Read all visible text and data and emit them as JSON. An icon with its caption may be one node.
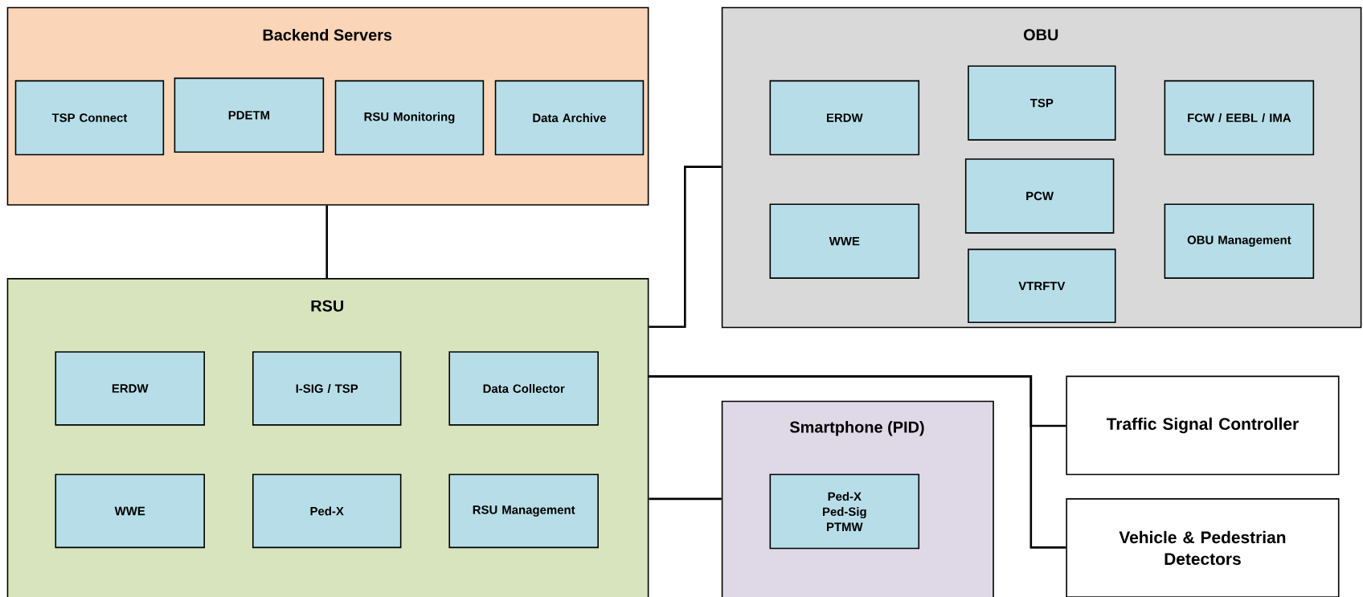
{
  "diagram": {
    "nodes": [
      {
        "text": [
          "Backend Servers"
        ]
      },
      {
        "text": [
          "TSP Connect"
        ],
        "in": 0
      },
      {
        "text": [
          "PDETM"
        ],
        "in": 0
      },
      {
        "text": [
          "RSU Monitoring"
        ],
        "in": 0
      },
      {
        "text": [
          "Data Archive"
        ],
        "in": 0
      },
      {
        "text": [
          "OBU"
        ]
      },
      {
        "text": [
          "ERDW"
        ],
        "in": 5
      },
      {
        "text": [
          "TSP"
        ],
        "in": 5
      },
      {
        "text": [
          "FCW / EEBL / IMA"
        ],
        "in": 5
      },
      {
        "text": [
          "PCW"
        ],
        "in": 5
      },
      {
        "text": [
          "WWE"
        ],
        "in": 5
      },
      {
        "text": [
          "OBU Management"
        ],
        "in": 5
      },
      {
        "text": [
          "VTRFTV"
        ],
        "in": 5
      },
      {
        "text": [
          "RSU"
        ]
      },
      {
        "text": [
          "ERDW"
        ],
        "in": 13
      },
      {
        "text": [
          "I-SIG / TSP"
        ],
        "in": 13
      },
      {
        "text": [
          "Data Collector"
        ],
        "in": 13
      },
      {
        "text": [
          "WWE"
        ],
        "in": 13
      },
      {
        "text": [
          "Ped-X"
        ],
        "in": 13
      },
      {
        "text": [
          "RSU Management"
        ],
        "in": 13
      },
      {
        "text": [
          "Smartphone (PID)"
        ]
      },
      {
        "text": [
          "Ped-X Ped-Sig PTMW"
        ],
        "in": 20
      },
      {
        "text": [
          "Traffic Signal Controller"
        ]
      },
      {
        "text": [
          "Vehicle & Pedestrian Detectors"
        ]
      }
    ],
    "edges": [
      {
        "from": 0,
        "to": 13,
        "arrow": "none"
      },
      {
        "from": 13,
        "to": 5,
        "arrow": "none"
      },
      {
        "from": 13,
        "to": 22,
        "arrow": "none"
      },
      {
        "from": 13,
        "to": 23,
        "arrow": "none"
      },
      {
        "from": 13,
        "to": 20,
        "arrow": "none"
      }
    ]
  }
}
